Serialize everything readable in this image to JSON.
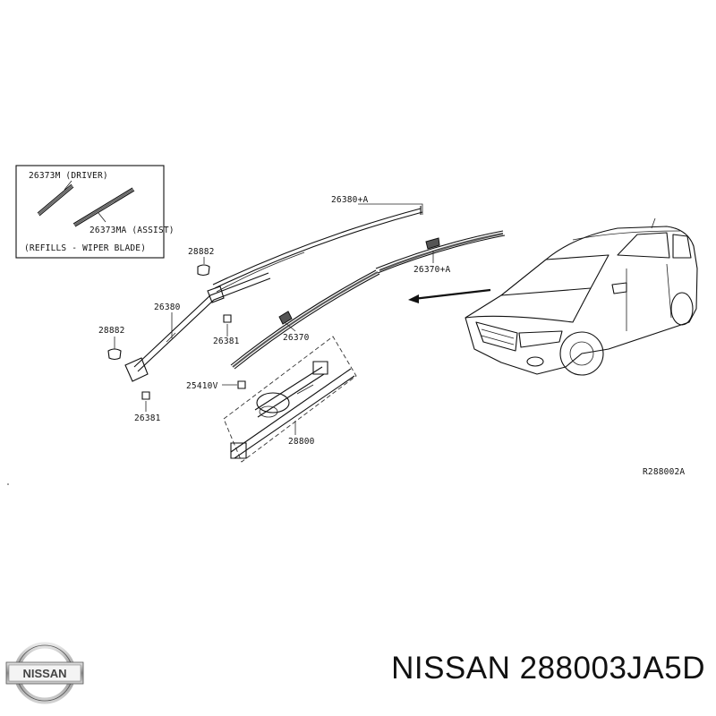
{
  "diagram": {
    "inset": {
      "driver_label": "26373M (DRIVER)",
      "assist_label": "26373MA (ASSIST)",
      "refills_label": "(REFILLS - WIPER BLADE)"
    },
    "callouts": {
      "blade_assist_upper": "26380+A",
      "blade_assist_lower": "26370+A",
      "cap_upper": "28882",
      "cap_left": "28882",
      "arm_driver": "26380",
      "nut_upper": "26381",
      "nut_lower": "26381",
      "blade_driver": "26370",
      "bolt": "25410V",
      "motor_linkage": "28800"
    },
    "figure_code": "R288002A"
  },
  "brand": {
    "logo_text": "NISSAN",
    "caption": "NISSAN 288003JA5D"
  }
}
